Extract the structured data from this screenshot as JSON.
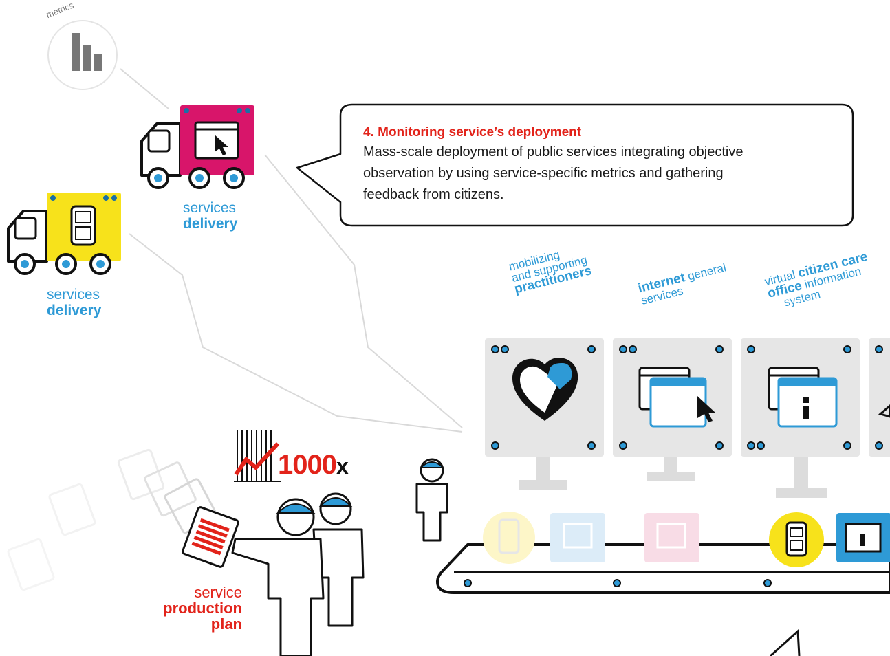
{
  "metrics_label": "metrics",
  "truck1": {
    "top": "services",
    "bottom": "delivery"
  },
  "truck2": {
    "top": "services",
    "bottom": "delivery"
  },
  "callout": {
    "title": "4. Monitoring service’s deployment",
    "line1": "Mass-scale deployment of public services integrating objective",
    "line2": "observation by using service-specific metrics and gathering",
    "line3": "feedback from citizens."
  },
  "stations": [
    {
      "l1": "mobilizing",
      "l2": "and supporting",
      "l3": "practitioners"
    },
    {
      "bold": "internet",
      "rest": " general",
      "l2": "services"
    },
    {
      "pre": "virtual ",
      "bold1": "citizen care",
      "bold2": "office",
      "rest2": " information",
      "l3": "system"
    }
  ],
  "growth": {
    "value": "1000",
    "suffix": "x"
  },
  "plan": {
    "l1": "service",
    "l2": "production",
    "l3": "plan"
  },
  "colors": {
    "blue": "#2e9ad6",
    "red": "#e2231a",
    "magenta": "#d8156a",
    "yellow": "#f7e21b",
    "grey_panel": "#e6e6e6",
    "dark": "#1a1a1a"
  }
}
